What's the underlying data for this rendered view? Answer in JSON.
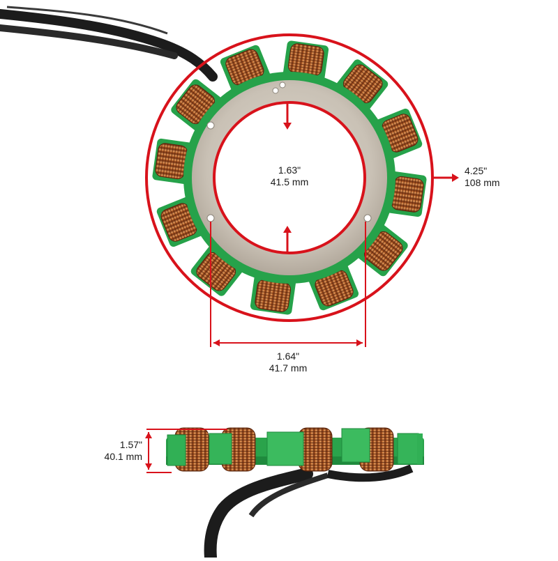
{
  "product": "stator-product-photo",
  "colors": {
    "dimension_line": "#d8121b",
    "coil_copper": "#a8521f",
    "coil_highlight": "#d98a4a",
    "insulation_green": "#26a24a",
    "core_metal": "#cfc8bd",
    "wire_black": "#1c1c1c"
  },
  "dimensions": {
    "outer_diameter": {
      "inch": "4.25\"",
      "mm": "108 mm"
    },
    "inner_diameter": {
      "inch": "1.63\"",
      "mm": "41.5 mm"
    },
    "bolt_spacing": {
      "inch": "1.64\"",
      "mm": "41.7 mm"
    },
    "height": {
      "inch": "1.57\"",
      "mm": "40.1 mm"
    }
  }
}
